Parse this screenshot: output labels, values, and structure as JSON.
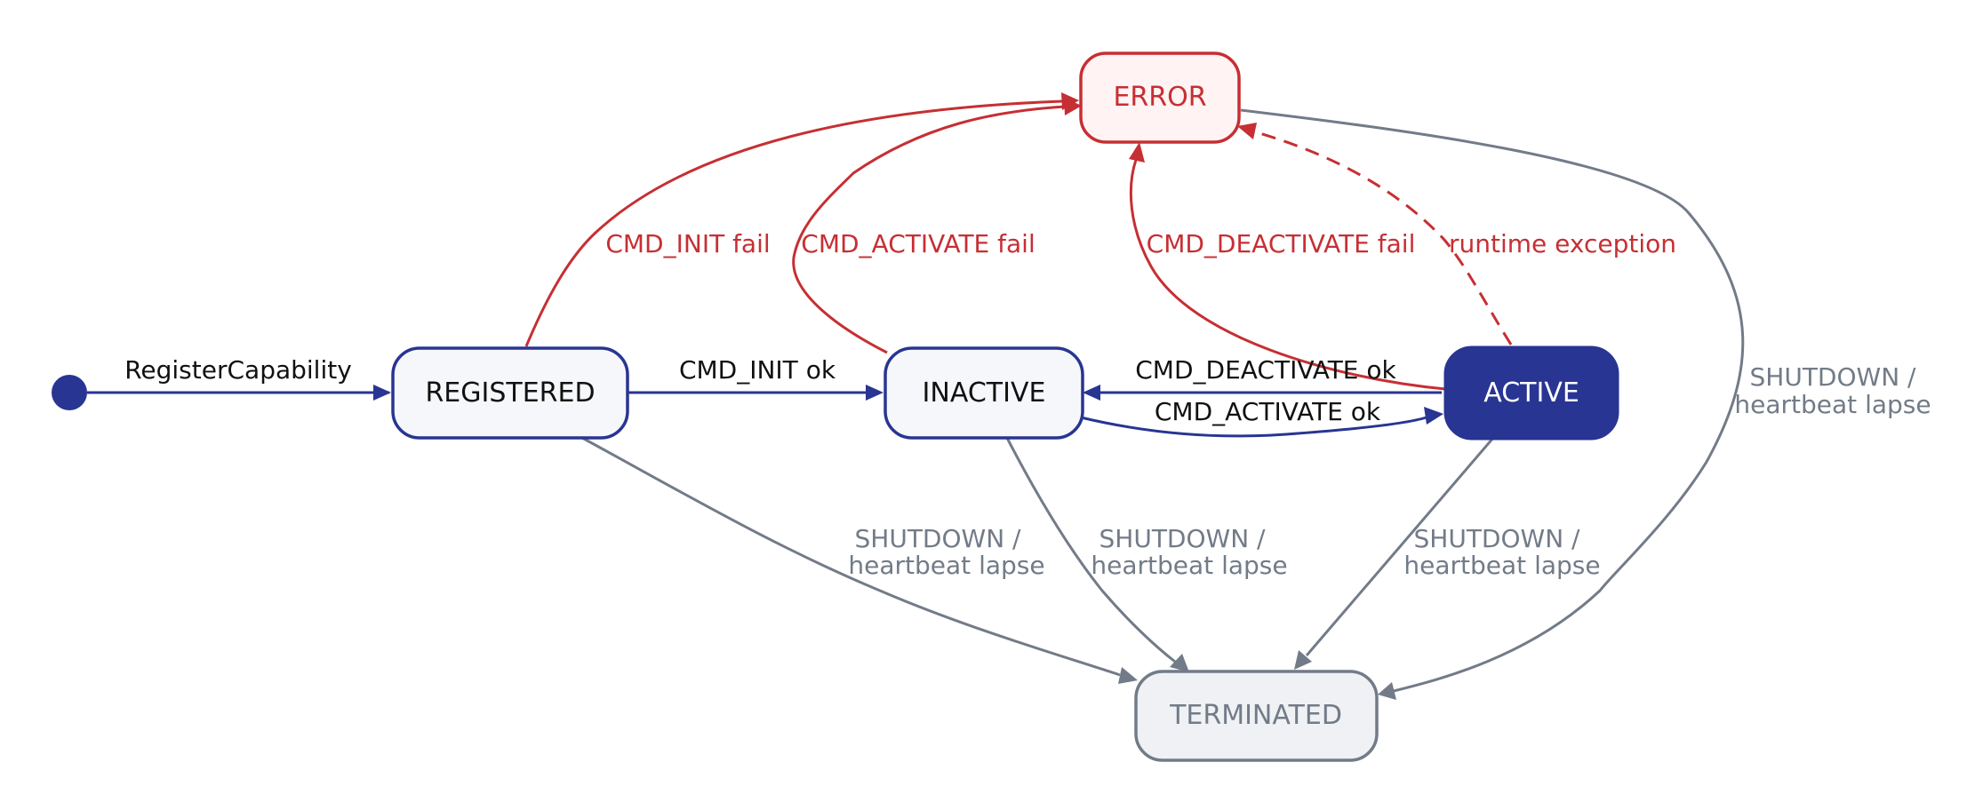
{
  "colors": {
    "navy": "#283592",
    "red": "#c62f33",
    "gray": "#727b88",
    "state_fill": "#f6f7fa",
    "error_fill": "#fff3f3",
    "terminated_fill": "#eff1f4",
    "active_text": "#ffffff",
    "label_text": "#111111"
  },
  "states": {
    "registered": "REGISTERED",
    "inactive": "INACTIVE",
    "active": "ACTIVE",
    "error": "ERROR",
    "terminated": "TERMINATED"
  },
  "transitions": {
    "register": "RegisterCapability",
    "init_ok": "CMD_INIT ok",
    "deactivate_ok": "CMD_DEACTIVATE ok",
    "activate_ok": "CMD_ACTIVATE ok",
    "init_fail": "CMD_INIT fail",
    "activate_fail": "CMD_ACTIVATE fail",
    "deactivate_fail": "CMD_DEACTIVATE fail",
    "runtime_exception": "runtime exception",
    "shutdown_line1": "SHUTDOWN /",
    "shutdown_line2": "heartbeat lapse"
  }
}
